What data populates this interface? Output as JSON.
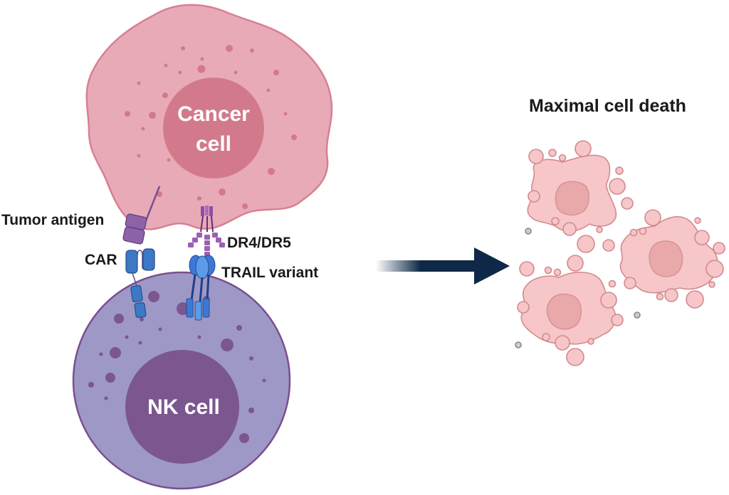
{
  "diagram": {
    "cancer_cell": {
      "label_line1": "Cancer",
      "label_line2": "cell",
      "cytoplasm_color": "#e8aab7",
      "outline_color": "#d77f92",
      "nucleus_color": "#d27a8b"
    },
    "nk_cell": {
      "label": "NK cell",
      "cytoplasm_color": "#9e98c7",
      "outline_color": "#7a4f8f",
      "nucleus_color": "#7b568f"
    },
    "labels": {
      "tumor_antigen": "Tumor antigen",
      "car": "CAR",
      "dr4_dr5": "DR4/DR5",
      "trail_variant": "TRAIL variant"
    },
    "outcome": {
      "title": "Maximal cell death",
      "dead_cell_color": "#f6c6c9",
      "dead_cell_outline": "#d38a8e",
      "nucleus_color": "#e9a9ab"
    },
    "arrow": {
      "color": "#0f2847",
      "direction": "right"
    }
  }
}
